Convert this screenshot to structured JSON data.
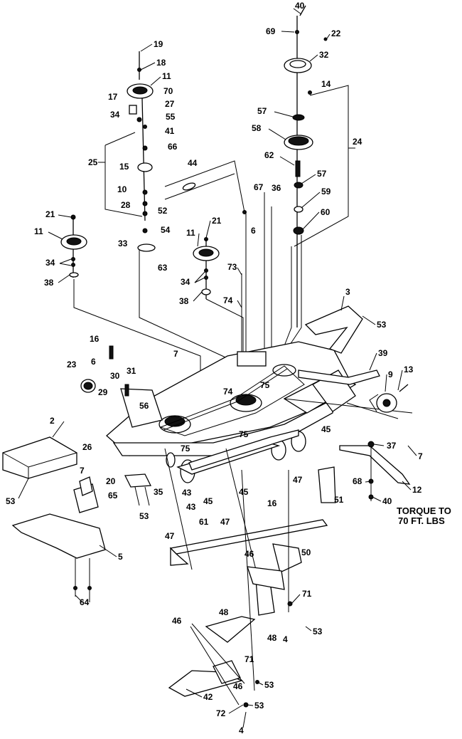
{
  "torque_note": {
    "line1": "TORQUE TO",
    "line2": "70 FT. LBS"
  },
  "part_labels": {
    "p2": "2",
    "p3": "3",
    "p4a": "4",
    "p4b": "4",
    "p5": "5",
    "p6a": "6",
    "p6b": "6",
    "p7a": "7",
    "p7b": "7",
    "p7c": "7",
    "p9": "9",
    "p10": "10",
    "p11a": "11",
    "p11b": "11",
    "p11c": "11",
    "p12": "12",
    "p13": "13",
    "p14": "14",
    "p15": "15",
    "p16a": "16",
    "p16b": "16",
    "p17": "17",
    "p18": "18",
    "p19": "19",
    "p20": "20",
    "p21a": "21",
    "p21b": "21",
    "p22": "22",
    "p23": "23",
    "p24": "24",
    "p25": "25",
    "p26": "26",
    "p27": "27",
    "p28": "28",
    "p29": "29",
    "p30": "30",
    "p31": "31",
    "p32": "32",
    "p33": "33",
    "p34a": "34",
    "p34b": "34",
    "p34c": "34",
    "p35": "35",
    "p36": "36",
    "p37": "37",
    "p38a": "38",
    "p38b": "38",
    "p39": "39",
    "p40a": "40",
    "p40b": "40",
    "p41": "41",
    "p42": "42",
    "p43a": "43",
    "p43b": "43",
    "p44": "44",
    "p45a": "45",
    "p45b": "45",
    "p45c": "45",
    "p46a": "46",
    "p46b": "46",
    "p46c": "46",
    "p47a": "47",
    "p47b": "47",
    "p47c": "47",
    "p48a": "48",
    "p48b": "48",
    "p50": "50",
    "p51": "51",
    "p52": "52",
    "p53a": "53",
    "p53b": "53",
    "p53c": "53",
    "p53d": "53",
    "p53e": "53",
    "p53f": "53",
    "p54": "54",
    "p55": "55",
    "p56": "56",
    "p57a": "57",
    "p57b": "57",
    "p58": "58",
    "p59": "59",
    "p60": "60",
    "p61": "61",
    "p62": "62",
    "p63": "63",
    "p64": "64",
    "p65": "65",
    "p66": "66",
    "p67": "67",
    "p68": "68",
    "p69": "69",
    "p70": "70",
    "p71a": "71",
    "p71b": "71",
    "p72": "72",
    "p73": "73",
    "p74a": "74",
    "p74b": "74",
    "p75a": "75",
    "p75b": "75",
    "p75c": "75"
  }
}
